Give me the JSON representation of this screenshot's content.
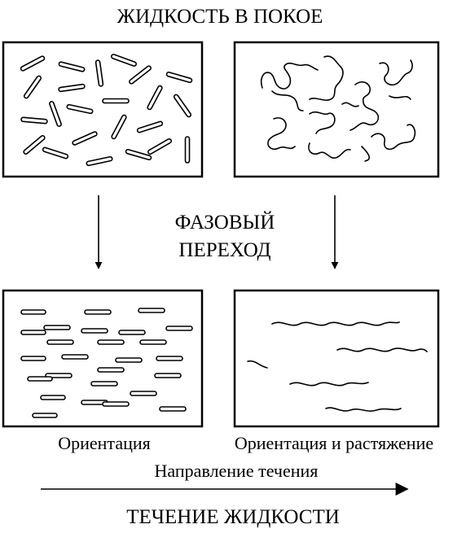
{
  "diagram": {
    "title_top": "ЖИДКОСТЬ В ПОКОЕ",
    "phase_transition_line1": "ФАЗОВЫЙ",
    "phase_transition_line2": "ПЕРЕХОД",
    "label_orientation": "Ориентация",
    "label_orientation_stretching": "Ориентация и растяжение",
    "label_flow_direction": "Направление течения",
    "title_bottom": "ТЕЧЕНИЕ ЖИДКОСТИ"
  },
  "colors": {
    "ink": "#000000",
    "background": "#ffffff"
  }
}
